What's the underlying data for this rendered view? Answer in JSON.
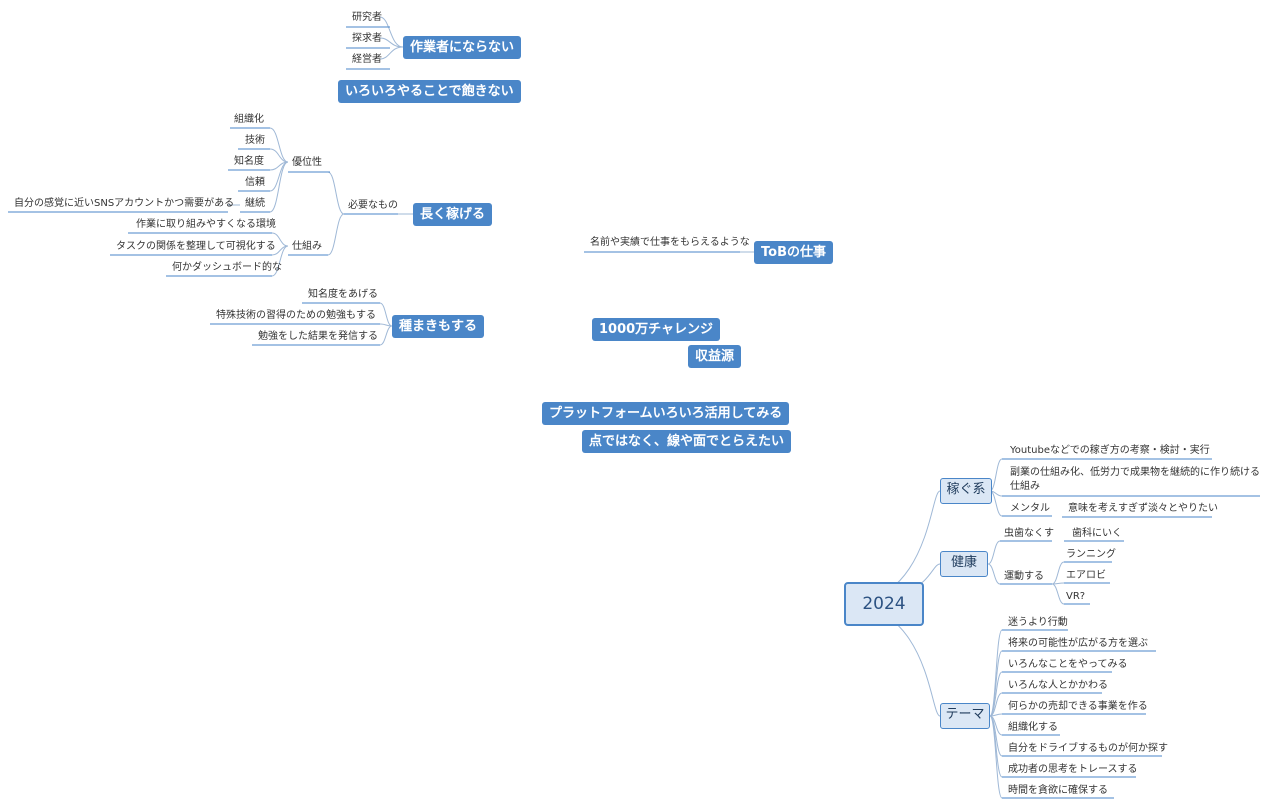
{
  "floating": {
    "sakugyo": "作業者にならない",
    "iroiro": "いろいろやることで飽きない",
    "nagaku": "長く稼げる",
    "tob": "ToBの仕事",
    "tanemaki": "種まきもする",
    "challenge": "1000万チャレンジ",
    "shueki": "収益源",
    "platform": "プラットフォームいろいろ活用してみる",
    "ten": "点ではなく、線や面でとらえたい"
  },
  "sakugyo_children": [
    "研究者",
    "探求者",
    "経営者"
  ],
  "nagaku_tree": {
    "hitsuyou": "必要なもの",
    "yuui": "優位性",
    "yuui_children": [
      "組織化",
      "技術",
      "知名度",
      "信頼",
      "継続"
    ],
    "keizoku_child": "自分の感覚に近いSNSアカウントかつ需要がある",
    "shikumi": "仕組み",
    "shikumi_children": [
      "作業に取り組みやすくなる環境",
      "タスクの関係を整理して可視化する",
      "何かダッシュボード的な"
    ]
  },
  "tob_child": "名前や実績で仕事をもらえるような",
  "tanemaki_children": [
    "知名度をあげる",
    "特殊技術の習得のための勉強もする",
    "勉強をした結果を発信する"
  ],
  "root": {
    "title": "2024",
    "kasegu": {
      "label": "稼ぐ系",
      "items": [
        "Youtubeなどでの稼ぎ方の考察・検討・実行",
        "副業の仕組み化、低労力で成果物を継続的に作り続ける仕組み"
      ],
      "mental": "メンタル",
      "mental_child": "意味を考えすぎず淡々とやりたい"
    },
    "kenkou": {
      "label": "健康",
      "mushiba": "虫歯なくす",
      "mushiba_child": "歯科にいく",
      "undou": "運動する",
      "undou_children": [
        "ランニング",
        "エアロビ",
        "VR?"
      ]
    },
    "theme": {
      "label": "テーマ",
      "items": [
        "迷うより行動",
        "将来の可能性が広がる方を選ぶ",
        "いろんなことをやってみる",
        "いろんな人とかかわる",
        "何らかの売却できる事業を作る",
        "組織化する",
        "自分をドライブするものが何か探す",
        "成功者の思考をトレースする",
        "時間を貪欲に確保する"
      ]
    }
  },
  "colors": {
    "accent": "#4a86c8",
    "node_fill": "#dbe7f5",
    "line": "#9fb8d6"
  }
}
